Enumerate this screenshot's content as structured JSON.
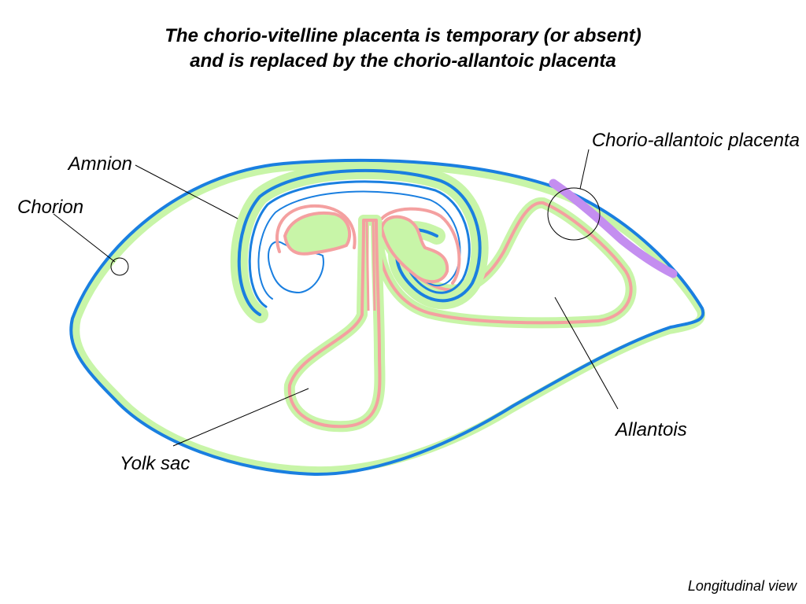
{
  "title": {
    "line1": "The chorio-vitelline placenta is temporary (or absent)",
    "line2": "and is replaced by the chorio-allantoic placenta"
  },
  "labels": {
    "amnion": "Amnion",
    "chorion": "Chorion",
    "chorio_allantoic_placenta": "Chorio-allantoic placenta",
    "allantois": "Allantois",
    "yolk_sac": "Yolk sac"
  },
  "footer_note": "Longitudinal view",
  "colors": {
    "chorion_blue": "#1a7fe0",
    "endoderm_green": "#c8f5a8",
    "mesoderm_pink": "#f4a0a0",
    "placenta_purple": "#c48ef0",
    "leader_line": "#000000"
  }
}
